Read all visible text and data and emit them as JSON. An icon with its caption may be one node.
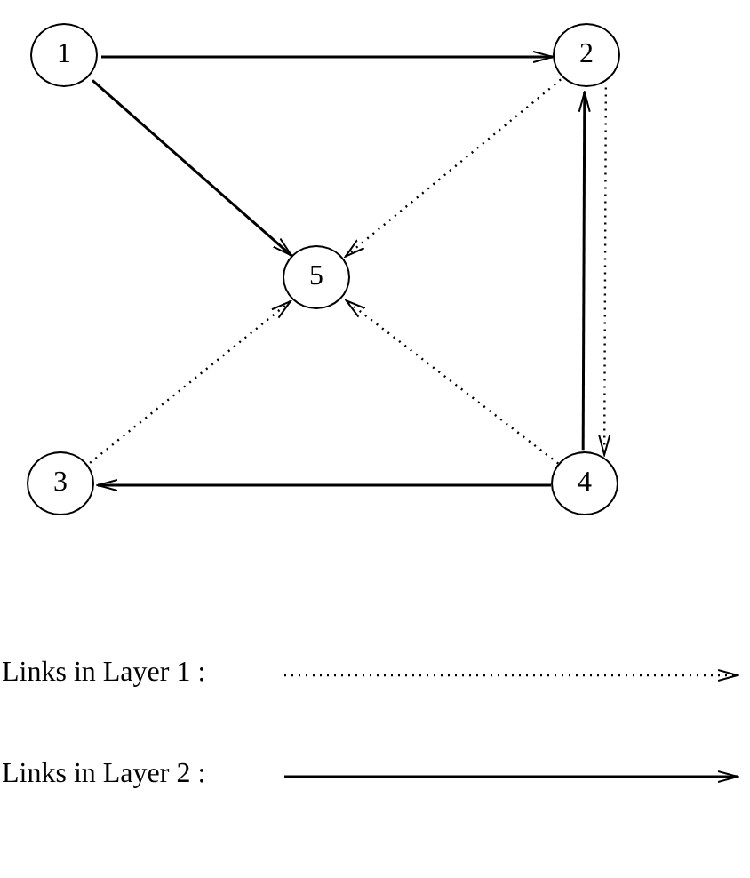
{
  "diagram": {
    "nodes": [
      {
        "text": [
          "1"
        ]
      },
      {
        "text": [
          "2"
        ]
      },
      {
        "text": [
          "5"
        ]
      },
      {
        "text": [
          "3"
        ]
      },
      {
        "text": [
          "4"
        ]
      }
    ],
    "edges": [
      {
        "from": 0,
        "to": 1,
        "arrow": "to"
      },
      {
        "from": 0,
        "to": 2,
        "arrow": "to"
      },
      {
        "from": 1,
        "to": 2,
        "arrow": "to",
        "style": "dashed"
      },
      {
        "from": 1,
        "to": 4,
        "arrow": "to",
        "style": "dashed"
      },
      {
        "from": 4,
        "to": 1,
        "arrow": "to"
      },
      {
        "from": 3,
        "to": 2,
        "arrow": "to",
        "style": "dashed"
      },
      {
        "from": 4,
        "to": 2,
        "arrow": "to",
        "style": "dashed"
      },
      {
        "from": 4,
        "to": 3,
        "arrow": "to"
      }
    ],
    "legend": [
      {
        "text": "Links in Layer 1 :"
      },
      {
        "text": "Links in Layer 2 :"
      }
    ]
  }
}
